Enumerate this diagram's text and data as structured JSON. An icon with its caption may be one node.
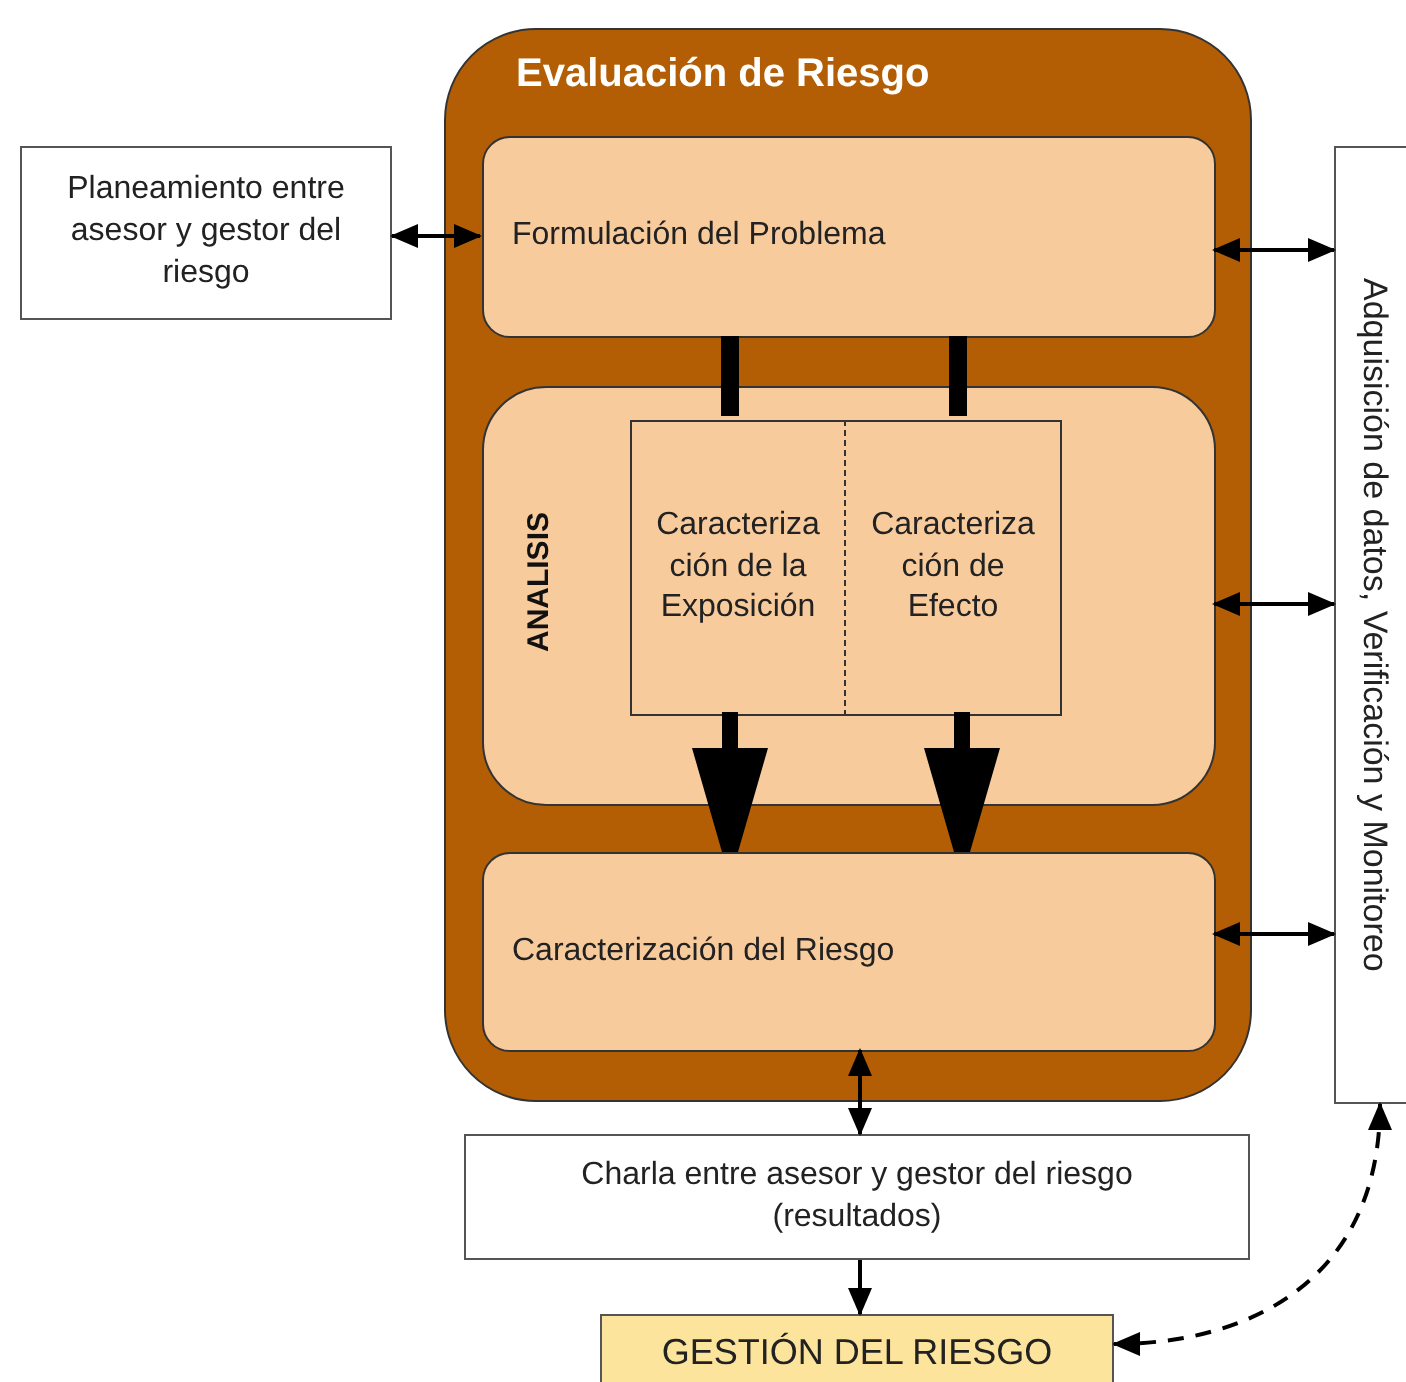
{
  "diagram": {
    "nodes": [
      {
        "text": [
          "Evaluación de Riesgo"
        ]
      },
      {
        "text": [
          "Formulación del Problema"
        ],
        "in": 0
      },
      {
        "text": [
          "ANALISIS"
        ],
        "in": 0
      },
      {
        "text": [
          "Caracteriza ción de la Exposición"
        ],
        "in": 2
      },
      {
        "text": [
          "Caracteriza ción de Efecto"
        ],
        "in": 2
      },
      {
        "text": [
          "Caracterización del Riesgo"
        ],
        "in": 0
      },
      {
        "text": [
          "Planeamiento entre asesor y gestor del riesgo"
        ]
      },
      {
        "text": [
          "Adquisición de datos, Verificación y Monitoreo"
        ]
      },
      {
        "text": [
          "Charla entre asesor y gestor del riesgo (resultados)"
        ]
      },
      {
        "text": [
          "GESTIÓN DEL RIESGO"
        ]
      }
    ],
    "edges": [
      {
        "from": 6,
        "to": 1,
        "arrow": "both"
      },
      {
        "from": 1,
        "to": 7,
        "arrow": "both"
      },
      {
        "from": 2,
        "to": 7,
        "arrow": "both"
      },
      {
        "from": 5,
        "to": 7,
        "arrow": "both"
      },
      {
        "from": 1,
        "to": 3,
        "arrow": "none",
        "style": "thick"
      },
      {
        "from": 1,
        "to": 4,
        "arrow": "none",
        "style": "thick"
      },
      {
        "from": 3,
        "to": 5,
        "arrow": "to",
        "style": "thick"
      },
      {
        "from": 4,
        "to": 5,
        "arrow": "to",
        "style": "thick"
      },
      {
        "from": 5,
        "to": 8,
        "arrow": "both"
      },
      {
        "from": 8,
        "to": 9,
        "arrow": "to"
      },
      {
        "from": 7,
        "to": 9,
        "arrow": "both",
        "style": "dashed"
      }
    ]
  }
}
